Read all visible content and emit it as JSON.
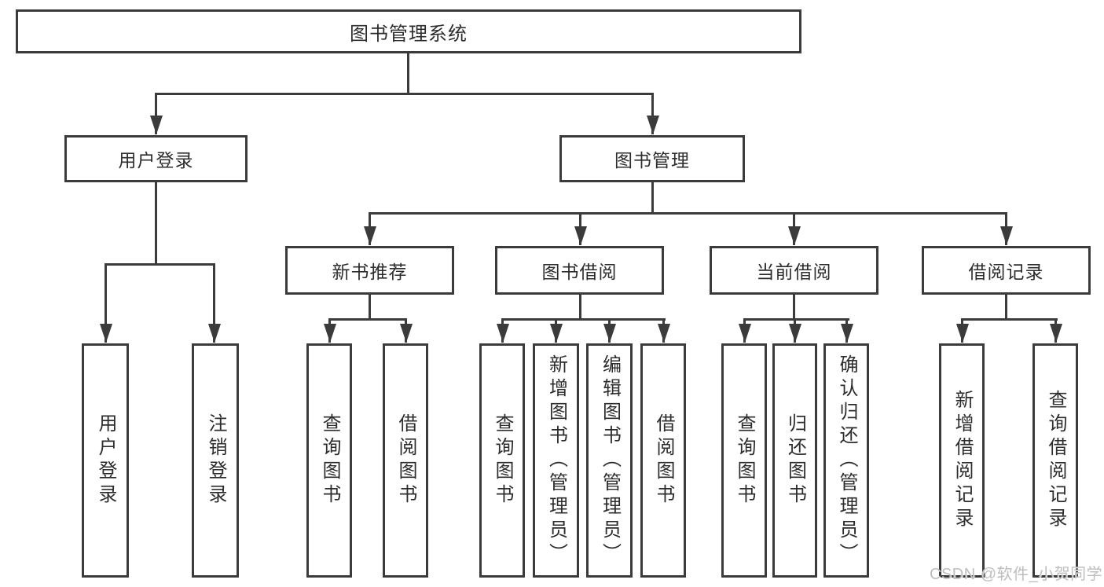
{
  "colors": {
    "line": "#3b3b3b",
    "text": "#2d2d2d",
    "watermark": "#bebebe",
    "background": "#ffffff"
  },
  "root": {
    "label": "图书管理系统"
  },
  "level2": {
    "user_login": {
      "label": "用户登录"
    },
    "book_management": {
      "label": "图书管理"
    }
  },
  "level3": {
    "new_book_recommend": {
      "label": "新书推荐"
    },
    "book_borrowing": {
      "label": "图书借阅"
    },
    "current_borrowing": {
      "label": "当前借阅"
    },
    "borrowing_records": {
      "label": "借阅记录"
    }
  },
  "leaves": {
    "user_login": {
      "label": "用户登录"
    },
    "logout": {
      "label": "注销登录"
    },
    "recommend_query_books": {
      "label": "查询图书"
    },
    "recommend_borrow_books": {
      "label": "借阅图书"
    },
    "borrowing_query_books": {
      "label": "查询图书"
    },
    "borrowing_add_books": {
      "label": "新增图书（管理员）"
    },
    "borrowing_edit_books": {
      "label": "编辑图书（管理员）"
    },
    "borrowing_borrow_books": {
      "label": "借阅图书"
    },
    "current_query_books": {
      "label": "查询图书"
    },
    "current_return_books": {
      "label": "归还图书"
    },
    "current_confirm_return": {
      "label": "确认归还（管理员）"
    },
    "records_add_record": {
      "label": "新增借阅记录"
    },
    "records_query_record": {
      "label": "查询借阅记录"
    }
  },
  "watermark": {
    "text": "CSDN @软件_小贺同学"
  }
}
